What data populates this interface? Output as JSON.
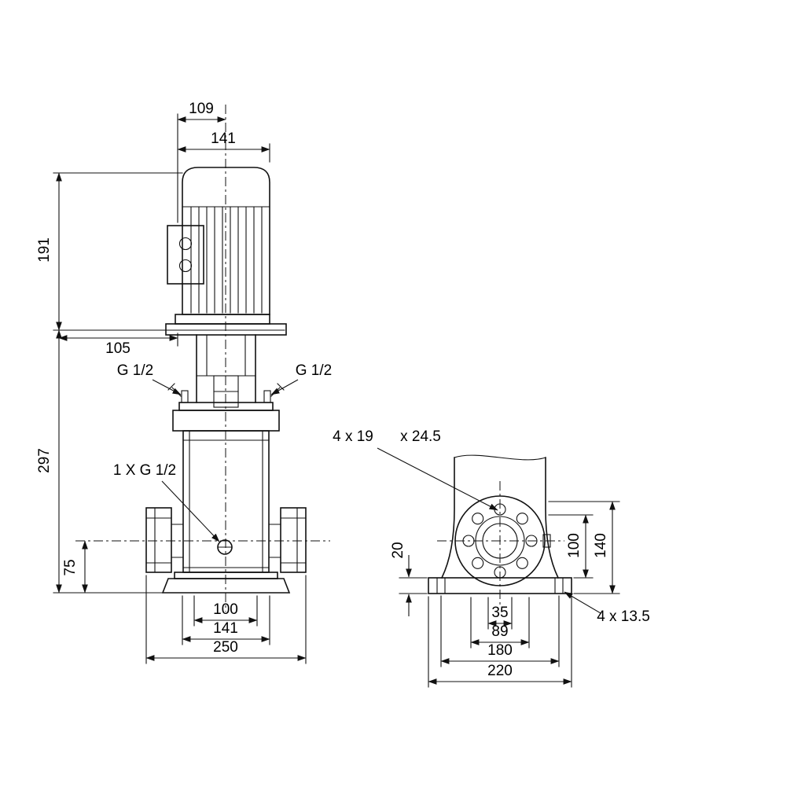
{
  "front": {
    "d109": "109",
    "d141": "141",
    "d191": "191",
    "d105": "105",
    "d297": "297",
    "d75": "75",
    "b100": "100",
    "b141": "141",
    "b250": "250",
    "ghalf_left": "G 1/2",
    "ghalf_right": "G 1/2",
    "drain": "1 X G 1/2"
  },
  "side": {
    "d20": "20",
    "d100": "100",
    "d140": "140",
    "d35": "35",
    "d89": "89",
    "d180": "180",
    "d220": "220",
    "flange_holes": "4 x 19",
    "flange_spotface": "x 24.5",
    "base_holes": "4 x 13.5"
  }
}
